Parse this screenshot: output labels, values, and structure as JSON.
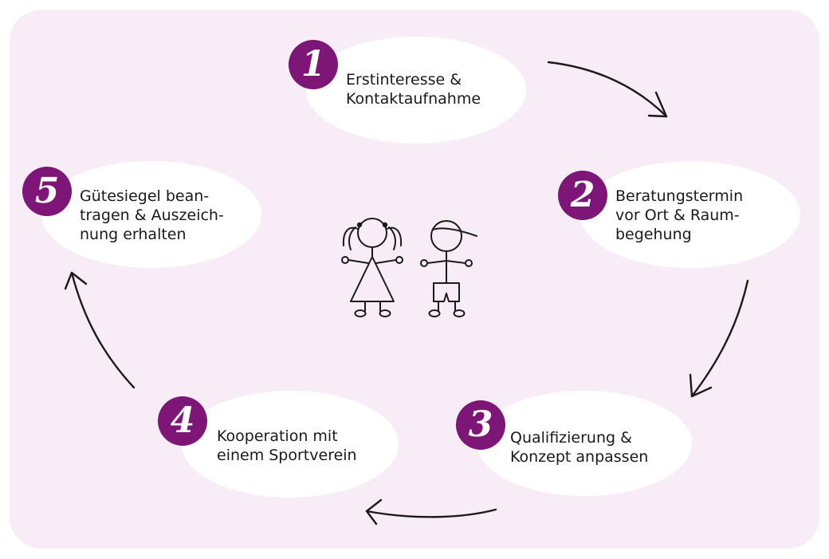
{
  "colors": {
    "background_panel": "#f8edf6",
    "badge": "#7d1677",
    "ellipse": "#ffffff",
    "line": "#1a1a1a"
  },
  "steps": [
    {
      "number": "1",
      "text": "Erstinteresse &\nKontaktaufnahme"
    },
    {
      "number": "2",
      "text": "Beratungstermin\nvor Ort & Raum-\nbegehung"
    },
    {
      "number": "3",
      "text": "Qualifizierung &\nKonzept anpassen"
    },
    {
      "number": "4",
      "text": "Kooperation mit\neinem Sportverein"
    },
    {
      "number": "5",
      "text": "Gütesiegel bean-\ntragen & Auszeich-\nnung erhalten"
    }
  ],
  "illustration": {
    "figures": [
      "girl-figure",
      "boy-figure"
    ]
  }
}
